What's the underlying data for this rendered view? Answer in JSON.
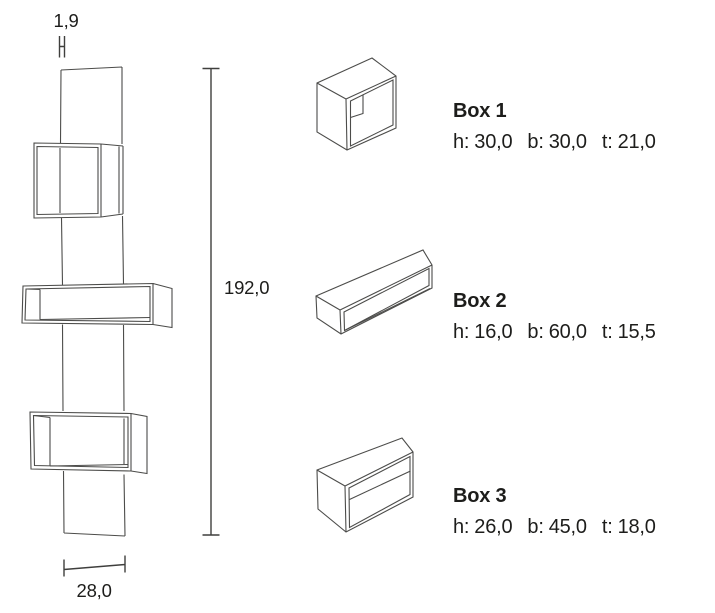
{
  "page": {
    "background": "#ffffff"
  },
  "drawing": {
    "thickness_label": "1,9",
    "height_label": "192,0",
    "width_label": "28,0"
  },
  "dim_labels": {
    "h": "h:",
    "b": "b:",
    "t": "t:"
  },
  "boxes": [
    {
      "name": "Box 1",
      "h": "30,0",
      "b": "30,0",
      "t": "21,0"
    },
    {
      "name": "Box 2",
      "h": "16,0",
      "b": "60,0",
      "t": "15,5"
    },
    {
      "name": "Box 3",
      "h": "26,0",
      "b": "45,0",
      "t": "18,0"
    }
  ],
  "colors": {
    "line": "#4c4c4a",
    "dimension_line": "#3f3f3d",
    "text": "#1d1d1b"
  }
}
